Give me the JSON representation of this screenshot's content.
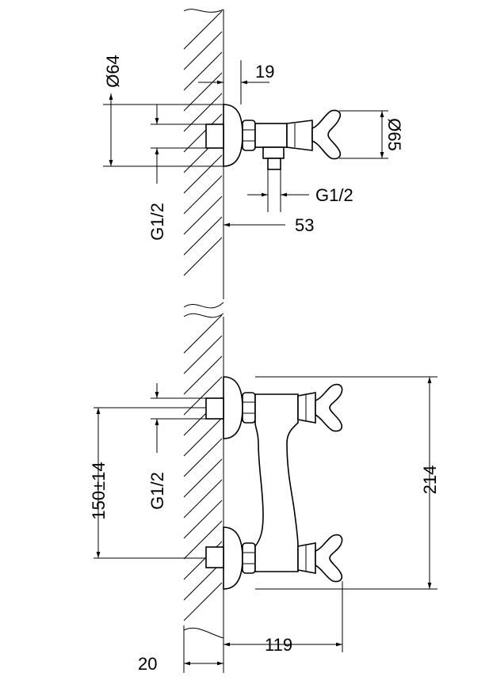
{
  "drawing": {
    "colors": {
      "line": "#000000",
      "background": "#ffffff"
    },
    "labels": {
      "diam_64": "Ø64",
      "dim_19": "19",
      "diam_65": "Ø65",
      "g12_side_top": "G1/2",
      "g12_left_top": "G1/2",
      "dim_53": "53",
      "dim_150": "150±14",
      "g12_left_bottom": "G1/2",
      "dim_214": "214",
      "dim_119": "119",
      "dim_20": "20"
    }
  }
}
